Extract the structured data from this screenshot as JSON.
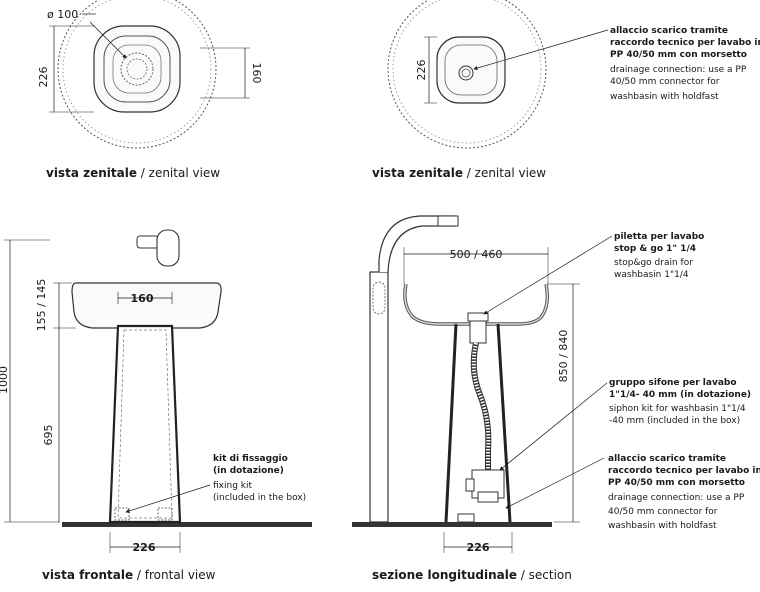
{
  "zenital_view_1": {
    "diameter_label": "ø 100",
    "depth_label": "226",
    "caption_bold": "vista zenitale",
    "caption_sep": " / ",
    "caption_normal": "zenital view"
  },
  "zenital_view_2": {
    "depth_label": "226",
    "width_label": "160",
    "note_bold": [
      "allaccio scarico tramite",
      "raccordo tecnico per lavabo in",
      "PP 40/50 mm con morsetto"
    ],
    "note_normal": [
      "drainage connection: use a PP",
      "40/50 mm connector for",
      "washbasin with holdfast"
    ],
    "caption_bold": "vista zenitale",
    "caption_sep": " / ",
    "caption_normal": "zenital view"
  },
  "frontal_view": {
    "total_height_label": "1000",
    "basin_height_label": "155 / 145",
    "pedestal_height_label": "695",
    "basin_width_label": "160",
    "base_width_label": "226",
    "note_bold": [
      "kit di fissaggio",
      "(in dotazione)"
    ],
    "note_normal": [
      "fixing kit",
      "(included in the box)"
    ],
    "caption_bold": "vista frontale",
    "caption_sep": " / ",
    "caption_normal": "frontal view"
  },
  "section_view": {
    "width_label": "500 / 460",
    "height_label": "850 / 840",
    "base_width_label": "226",
    "note_drain_bold": [
      "piletta per lavabo",
      "stop & go 1\" 1/4"
    ],
    "note_drain_normal": [
      "stop&go drain for",
      "washbasin 1\"1/4"
    ],
    "note_siphon_bold": [
      "gruppo sifone per lavabo",
      "1\"1/4- 40 mm (in dotazione)"
    ],
    "note_siphon_normal": [
      "siphon kit for washbasin 1\"1/4",
      "-40 mm (included in the box)"
    ],
    "note_conn_bold": [
      "allaccio scarico tramite",
      "raccordo tecnico per lavabo in",
      "PP 40/50 mm con morsetto"
    ],
    "note_conn_normal": [
      "drainage connection: use a PP",
      "40/50 mm connector for",
      "washbasin with holdfast"
    ],
    "caption_bold": "sezione longitudinale",
    "caption_sep": " / ",
    "caption_normal": "section"
  }
}
